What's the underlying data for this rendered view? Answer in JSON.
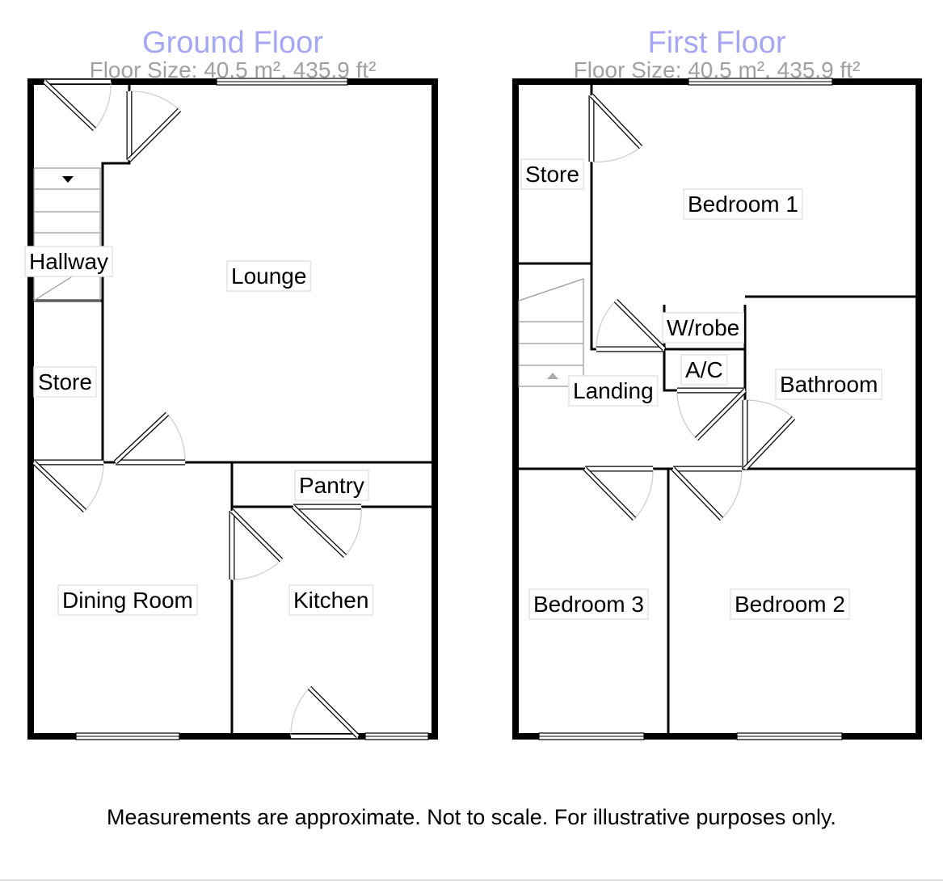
{
  "floors": [
    {
      "title": "Ground Floor",
      "size": "Floor Size: 40.5 m², 435.9 ft²",
      "rooms": [
        "Hallway",
        "Lounge",
        "Store",
        "Pantry",
        "Dining Room",
        "Kitchen"
      ]
    },
    {
      "title": "First Floor",
      "size": "Floor Size: 40.5 m², 435.9 ft²",
      "rooms": [
        "Store",
        "Bedroom 1",
        "W/robe",
        "A/C",
        "Landing",
        "Bathroom",
        "Bedroom 3",
        "Bedroom 2"
      ]
    }
  ],
  "disclaimer": "Measurements are approximate. Not to scale. For illustrative purposes only.",
  "colors": {
    "title": "#a6a6f2",
    "size": "#a0a0a0",
    "wall": "#000000"
  }
}
